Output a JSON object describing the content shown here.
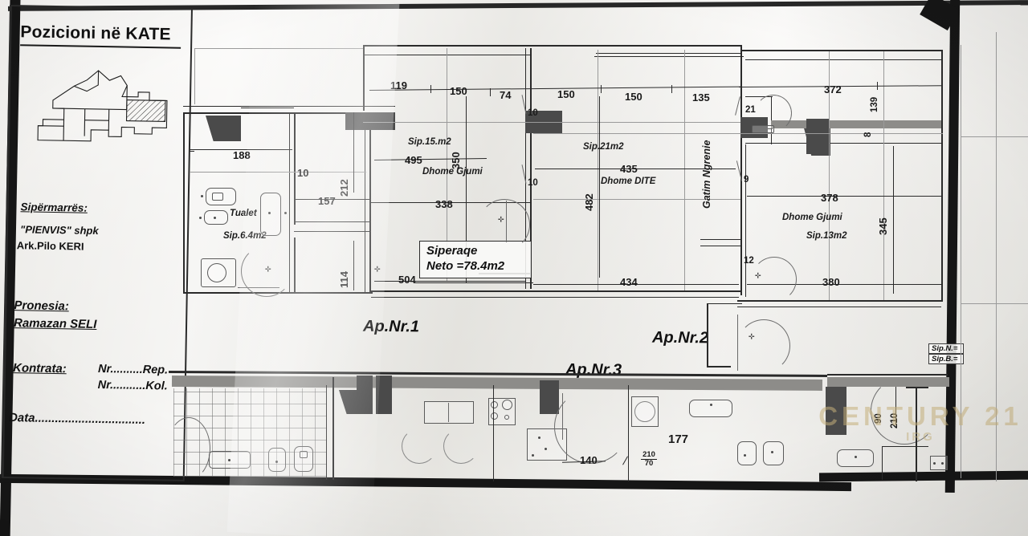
{
  "document": {
    "kind": "architectural-floor-plan",
    "language": "sq"
  },
  "title_block": {
    "heading": "Pozicioni në KATE",
    "contractor_label": "Sipërmarrës:",
    "contractor_name": "\"PIENVIS\" shpk",
    "architect": "Ark.Pilo KERI",
    "owner_label": "Pronesia:",
    "owner_name": "Ramazan SELI",
    "contract_label": "Kontrata:",
    "contract_line1": "Nr..........Rep.",
    "contract_line2": "Nr...........Kol.",
    "date_label": "Data................................."
  },
  "notes": {
    "area_box_line1": "Siperaqe",
    "area_box_line2": "Neto =78.4m2",
    "legend_line1": "Sip.N.=",
    "legend_line2": "Sip.B.="
  },
  "apartments": [
    {
      "id": "ap1",
      "label": "Ap.Nr.1"
    },
    {
      "id": "ap2",
      "label": "Ap.Nr.2"
    },
    {
      "id": "ap3",
      "label": "Ap.Nr.3"
    }
  ],
  "rooms": [
    {
      "id": "toilet",
      "name": "Tualet",
      "area": "Sip.6.4m2"
    },
    {
      "id": "bed1",
      "name": "Dhome Gjumi",
      "area": "Sip.15.m2"
    },
    {
      "id": "living",
      "name": "Dhome DITE",
      "area": "Sip.21m2"
    },
    {
      "id": "kitchen",
      "name": "Gatim Ngrenie",
      "area": ""
    },
    {
      "id": "bed2",
      "name": "Dhome Gjumi",
      "area": "Sip.13m2"
    }
  ],
  "dimensions": {
    "top_chain": [
      "119",
      "150",
      "74",
      "150",
      "150",
      "135",
      "372"
    ],
    "top_small": [
      "10",
      "10",
      "21",
      "8",
      "139",
      "9",
      "12"
    ],
    "left_group": [
      "188",
      "10",
      "212",
      "157",
      "114"
    ],
    "center_group": [
      "495",
      "350",
      "338",
      "504"
    ],
    "living_group": [
      "435",
      "482",
      "434"
    ],
    "right_group": [
      "378",
      "345",
      "380"
    ],
    "bottom_group": [
      "140",
      "177",
      "90",
      "210"
    ],
    "door_fraction": {
      "numerator": "210",
      "denominator": "70"
    }
  },
  "watermark": {
    "main": "CENTURY 21",
    "sub": "IRG",
    "color": "#c4af7a"
  },
  "colors": {
    "paper": "#eeedea",
    "ink": "#1a1a1a",
    "wall_dark": "#4a4a4a",
    "wall_mid": "#8d8c89",
    "border": "#161616"
  }
}
